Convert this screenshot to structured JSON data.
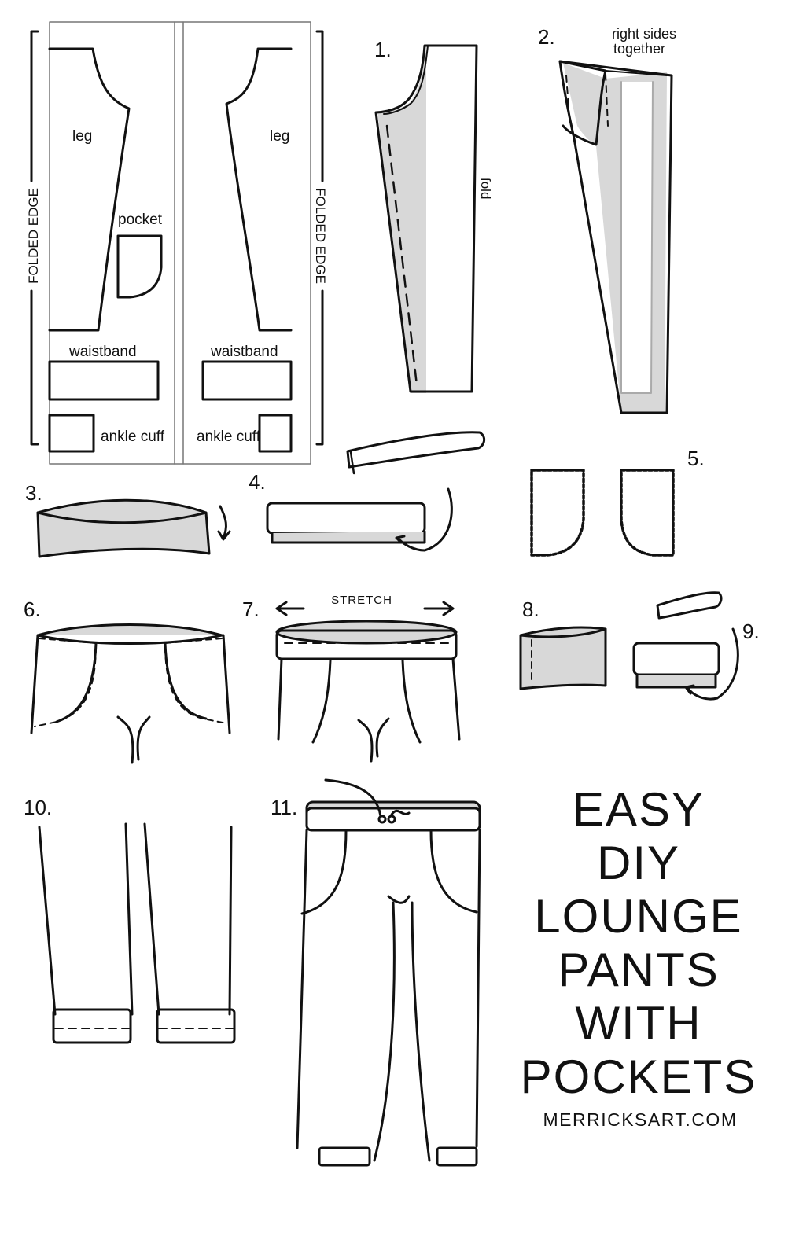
{
  "pattern": {
    "folded_edge": "FOLDED EDGE",
    "leg": "leg",
    "pocket": "pocket",
    "waistband": "waistband",
    "ankle_cuff": "ankle cuff"
  },
  "steps": {
    "s1": "1.",
    "s2": "2.",
    "s3": "3.",
    "s4": "4.",
    "s5": "5.",
    "s6": "6.",
    "s7": "7.",
    "s8": "8.",
    "s9": "9.",
    "s10": "10.",
    "s11": "11."
  },
  "annotations": {
    "fold": "fold",
    "right_sides_line1": "right sides",
    "right_sides_line2": "together",
    "stretch": "STRETCH"
  },
  "title": {
    "line1": "EASY",
    "line2": "DIY",
    "line3": "LOUNGE",
    "line4": "PANTS",
    "line5": "WITH",
    "line6": "POCKETS"
  },
  "credit": "MERRICKSART.COM",
  "colors": {
    "ink": "#111111",
    "fabric_fill": "#d8d8d8",
    "paper": "#ffffff"
  }
}
